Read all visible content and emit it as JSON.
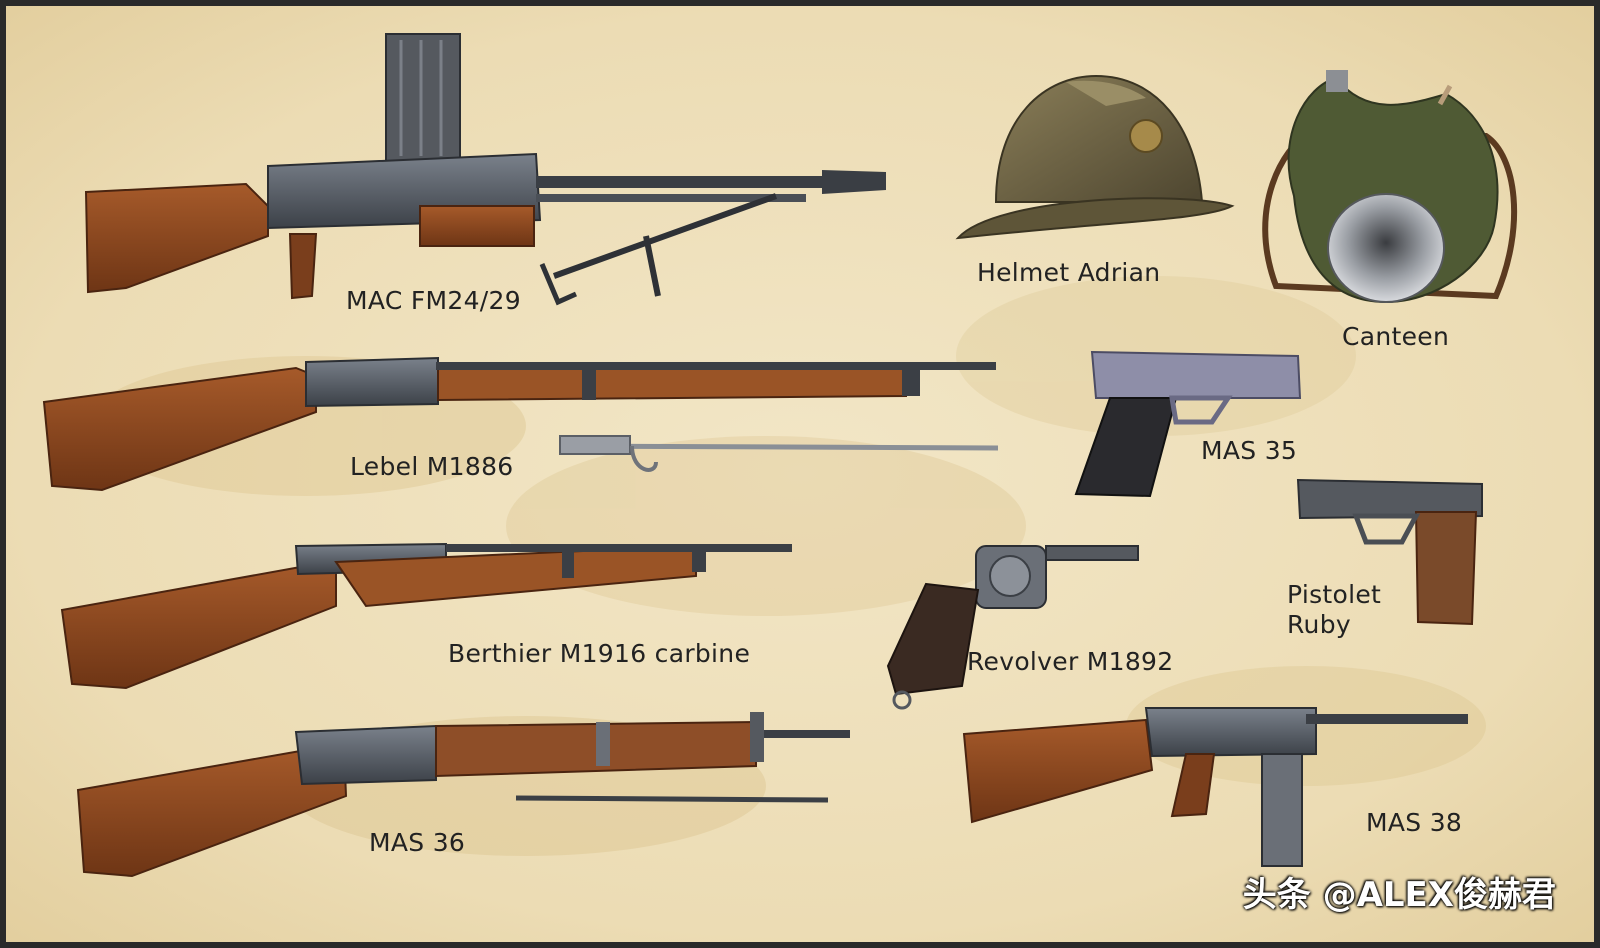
{
  "labels": {
    "mac_fm24_29": "MAC FM24/29",
    "helmet_adrian": "Helmet Adrian",
    "canteen": "Canteen",
    "lebel_m1886": "Lebel M1886",
    "mas_35": "MAS 35",
    "pistolet_ruby": "Pistolet Ruby",
    "berthier_m1916": "Berthier M1916 carbine",
    "revolver_m1892": "Revolver M1892",
    "mas_36": "MAS 36",
    "mas_38": "MAS 38"
  },
  "watermark": "头条 @ALEX俊赫君",
  "colors": {
    "parchment": "#efe2bf",
    "wood": "#8a4a22",
    "steel": "#4e545c",
    "olive": "#4f5a34",
    "helmet": "#6b6140"
  }
}
